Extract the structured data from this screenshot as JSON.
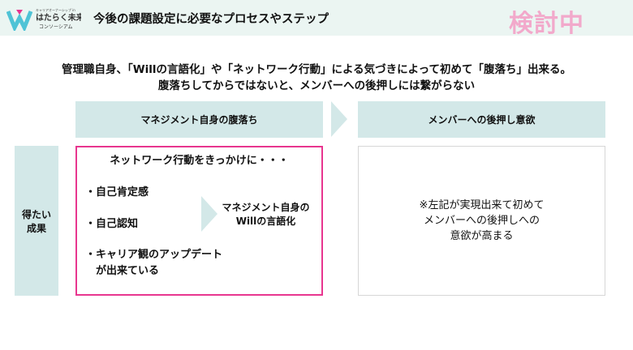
{
  "header": {
    "logo_tagline": "キャリアオーナーシップ in",
    "logo_name": "はたらく未来",
    "logo_sub": "コンソーシアム",
    "title": "今後の課題設定に必要なプロセスやステップ",
    "status": "検討中"
  },
  "lead": [
    "管理職自身、「Willの言語化」や「ネットワーク行動」による気づきによって初めて「腹落ち」出来る。",
    "腹落ちしてからではないと、メンバーへの後押しには繋がらない"
  ],
  "columns": [
    "マネジメント自身の腹落ち",
    "メンバーへの後押し意欲"
  ],
  "row_label": [
    "得たい",
    "成果"
  ],
  "left_box": {
    "heading": "ネットワーク行動をきっかけに・・・",
    "items": [
      "・自己肯定感",
      "・自己認知",
      "・キャリア観のアップデート",
      "　が出来ている"
    ],
    "result": [
      "マネジメント自身の",
      "Willの言語化"
    ]
  },
  "right_box": {
    "lines": [
      "※左記が実現出来て初めて",
      "メンバーへの後押しへの",
      "意欲が高まる"
    ]
  },
  "colors": {
    "accent": "#e8368f",
    "panel": "#d3e8e8",
    "status": "#f2a9cb"
  }
}
